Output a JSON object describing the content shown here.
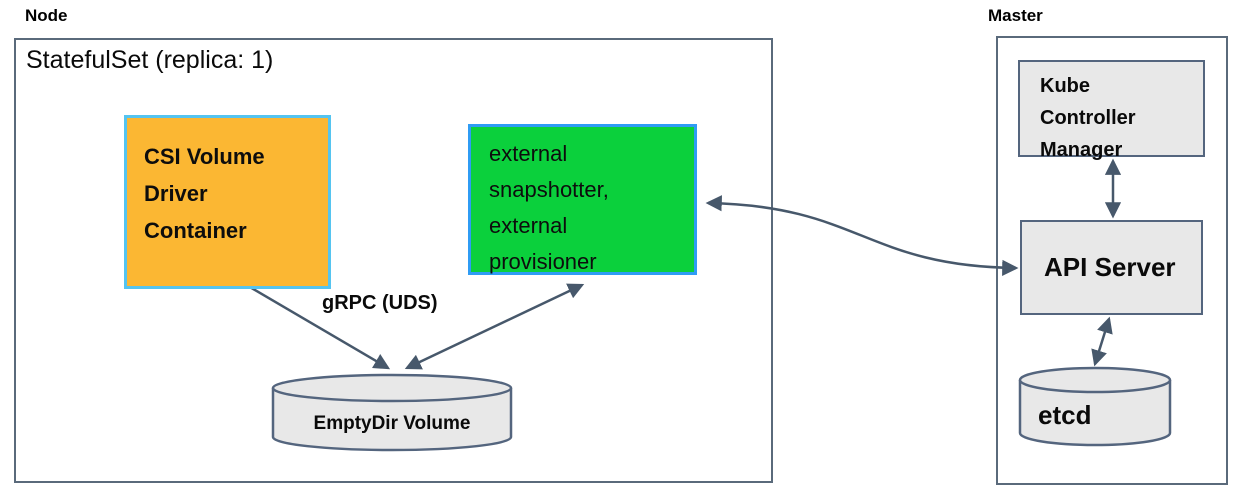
{
  "diagram": {
    "node_group": {
      "label": "Node",
      "statefulset_label": "StatefulSet (replica: 1)",
      "csi_box": {
        "lines": [
          "CSI Volume",
          "Driver",
          "Container"
        ],
        "fill": "#fbb733",
        "border": "#55c4f0"
      },
      "provisioner_box": {
        "lines": [
          "external",
          "snapshotter,",
          "external",
          "provisioner"
        ],
        "fill": "#0bd03c",
        "border": "#2f9cf4"
      },
      "grpc_label": "gRPC (UDS)",
      "emptydir_label": "EmptyDir Volume"
    },
    "master_group": {
      "label": "Master",
      "kcm_box": {
        "lines": [
          "Kube",
          "Controller",
          "Manager"
        ]
      },
      "api_server_label": "API Server",
      "etcd_label": "etcd"
    },
    "colors": {
      "box_border": "#5a6a7b",
      "gray_fill": "#e8e8e8",
      "gray_border": "#54657e",
      "arrow": "#47586b"
    },
    "connections": [
      "CSI Volume Driver Container <-> EmptyDir Volume (gRPC UDS)",
      "external snapshotter/provisioner <-> EmptyDir Volume (gRPC UDS)",
      "external snapshotter/provisioner <-> API Server",
      "Kube Controller Manager <-> API Server",
      "API Server <-> etcd"
    ]
  }
}
